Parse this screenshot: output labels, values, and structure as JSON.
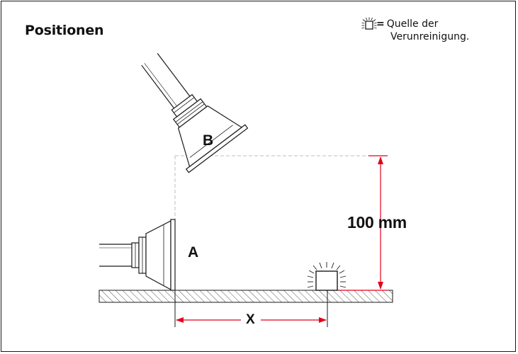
{
  "title": "Positionen",
  "legend": {
    "icon": "contamination-source-icon",
    "equals": "=",
    "line1": "Quelle der",
    "line2": "Verunreinigung."
  },
  "labels": {
    "position_b": "B",
    "position_a": "A",
    "vertical_distance": "100 mm",
    "horizontal_distance": "X"
  },
  "colors": {
    "dimension": "#e3001b",
    "outline": "#1a1a1a",
    "hatch": "#555555",
    "guide": "#bbbbbb"
  }
}
